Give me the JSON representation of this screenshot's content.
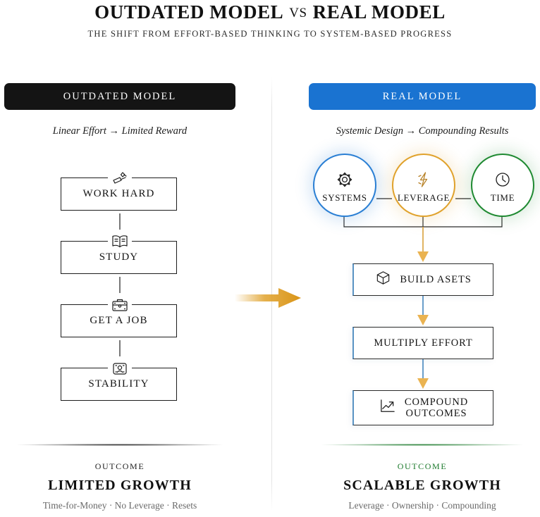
{
  "header": {
    "title_left": "OUTDATED MODEL",
    "vs": "VS",
    "title_right": "REAL MODEL",
    "subtitle": "THE SHIFT FROM EFFORT-BASED THINKING TO SYSTEM-BASED PROGRESS"
  },
  "colors": {
    "dark_bar": "#141414",
    "blue_bar": "#1a73d1",
    "systems_blue": "#2a7fd4",
    "leverage_amber": "#e0a22c",
    "time_green": "#1f8a32",
    "arrow_gold": "#e0a22c",
    "connector_blue": "#5a93c4",
    "outcome_green": "#1c7a2c"
  },
  "left_panel": {
    "bar_label": "OUTDATED MODEL",
    "tagline": "Linear Effort → Limited Reward",
    "steps": [
      {
        "label": "WORK HARD",
        "icon": "hammer-icon"
      },
      {
        "label": "STUDY",
        "icon": "open-book-icon"
      },
      {
        "label": "GET A JOB",
        "icon": "briefcase-icon"
      },
      {
        "label": "STABILITY",
        "icon": "security-badge-icon"
      }
    ],
    "outcome_label": "OUTCOME",
    "outcome_title": "LIMITED GROWTH",
    "outcome_sub": "Time-for-Money · No Leverage · Resets"
  },
  "right_panel": {
    "bar_label": "REAL MODEL",
    "tagline": "Systemic Design → Compounding Results",
    "pillars": [
      {
        "label": "SYSTEMS",
        "icon": "gear-icon",
        "color": "#2a7fd4"
      },
      {
        "label": "LEVERAGE",
        "icon": "lightning-bolt-icon",
        "color": "#e0a22c"
      },
      {
        "label": "TIME",
        "icon": "clock-icon",
        "color": "#1f8a32"
      }
    ],
    "steps": [
      {
        "label": "BUILD ASETS",
        "label2": "",
        "icon": "cube-icon"
      },
      {
        "label": "MULTIPLY EFFORT",
        "label2": "",
        "icon": ""
      },
      {
        "label": "COMPOUND",
        "label2": "OUTCOMES",
        "icon": "growth-chart-icon"
      }
    ],
    "outcome_label": "OUTCOME",
    "outcome_title": "SCALABLE GROWTH",
    "outcome_sub": "Leverage · Ownership · Compounding"
  }
}
